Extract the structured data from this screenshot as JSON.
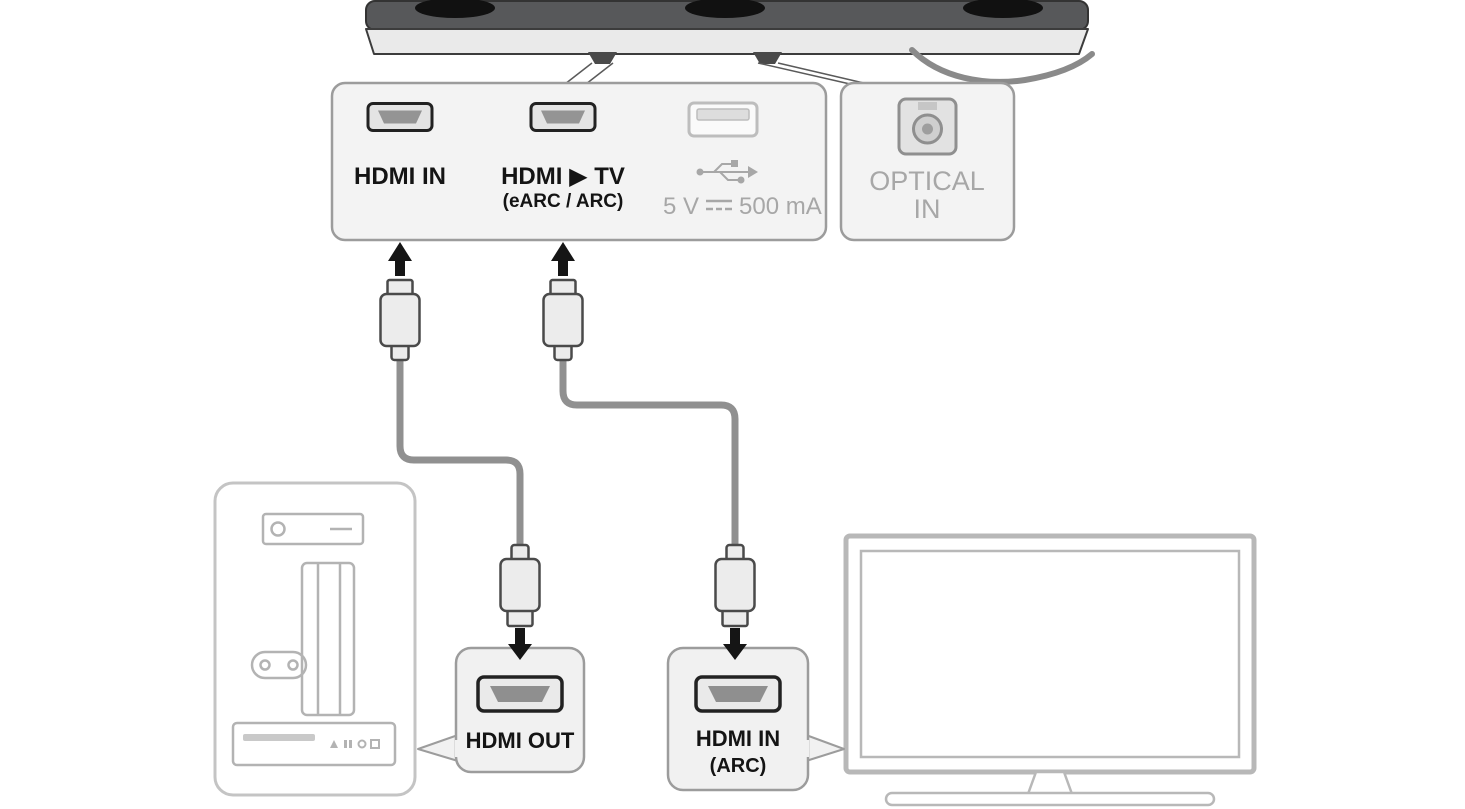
{
  "diagram": {
    "ports_panel": {
      "hdmi_in_label": "HDMI IN",
      "hdmi_tv_label": "HDMI ▶ TV",
      "hdmi_tv_sublabel": "(eARC / ARC)",
      "usb_power_prefix": "5 V",
      "usb_power_suffix": "500 mA"
    },
    "optical_panel": {
      "line1": "OPTICAL",
      "line2": "IN"
    },
    "hdmi_out_callout": {
      "label": "HDMI OUT"
    },
    "hdmi_in_arc_callout": {
      "label": "HDMI IN",
      "sublabel": "(ARC)"
    },
    "colors": {
      "panel_fill": "#f3f3f3",
      "panel_border": "#9c9c9c",
      "cable_gray": "#909090",
      "muted_text": "#a7a7a7",
      "device_outline": "#b3b3b3",
      "tv_outline": "#b8b8b8",
      "soundbar_top": "#57585a",
      "arrow_black": "#151515"
    }
  }
}
